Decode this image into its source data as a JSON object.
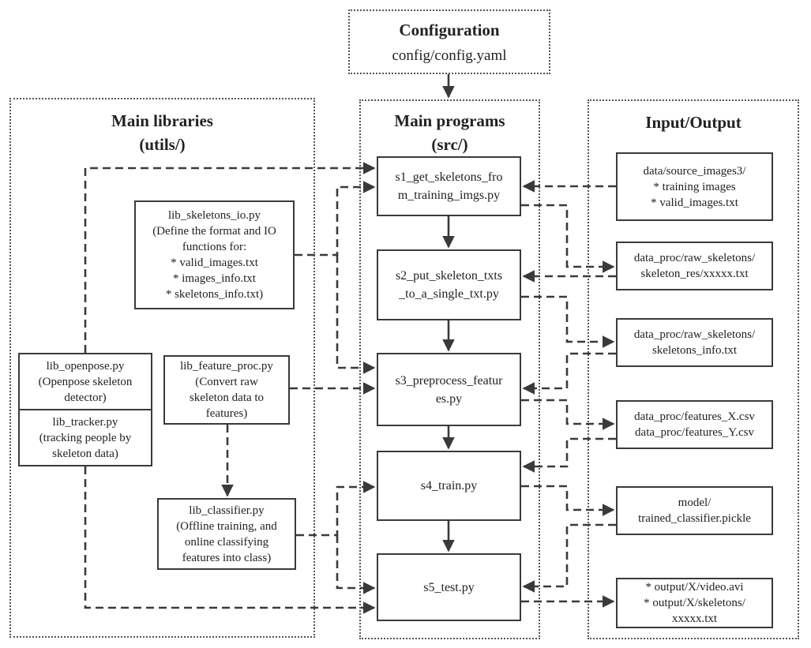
{
  "config": {
    "title": "Configuration",
    "path": "config/config.yaml"
  },
  "groups": {
    "libraries": {
      "title": "Main libraries\n(utils/)"
    },
    "programs": {
      "title": "Main programs\n(src/)"
    },
    "io": {
      "title": "Input/Output"
    }
  },
  "programs": {
    "s1": "s1_get_skeletons_fro\nm_training_imgs.py",
    "s2": "s2_put_skeleton_txts\n_to_a_single_txt.py",
    "s3": "s3_preprocess_featur\nes.py",
    "s4": "s4_train.py",
    "s5": "s5_test.py"
  },
  "libraries": {
    "skeletons_io": "lib_skeletons_io.py\n(Define the format and IO\nfunctions for:\n* valid_images.txt\n* images_info.txt\n* skeletons_info.txt)",
    "openpose": "lib_openpose.py\n(Openpose skeleton\ndetector)",
    "tracker": "lib_tracker.py\n(tracking people by\nskeleton data)",
    "feature_proc": "lib_feature_proc.py\n(Convert raw\nskeleton data to\nfeatures)",
    "classifier": "lib_classifier.py\n(Offline training, and\nonline classifying\nfeatures into class)"
  },
  "io": {
    "source_images": "data/source_images3/\n* training images\n* valid_images.txt",
    "raw_skeletons": "data_proc/raw_skeletons/\nskeleton_res/xxxxx.txt",
    "skeletons_info": "data_proc/raw_skeletons/\nskeletons_info.txt",
    "features": "data_proc/features_X.csv\ndata_proc/features_Y.csv",
    "model": "model/\ntrained_classifier.pickle",
    "output": "* output/X/video.avi\n* output/X/skeletons/\nxxxxx.txt"
  }
}
